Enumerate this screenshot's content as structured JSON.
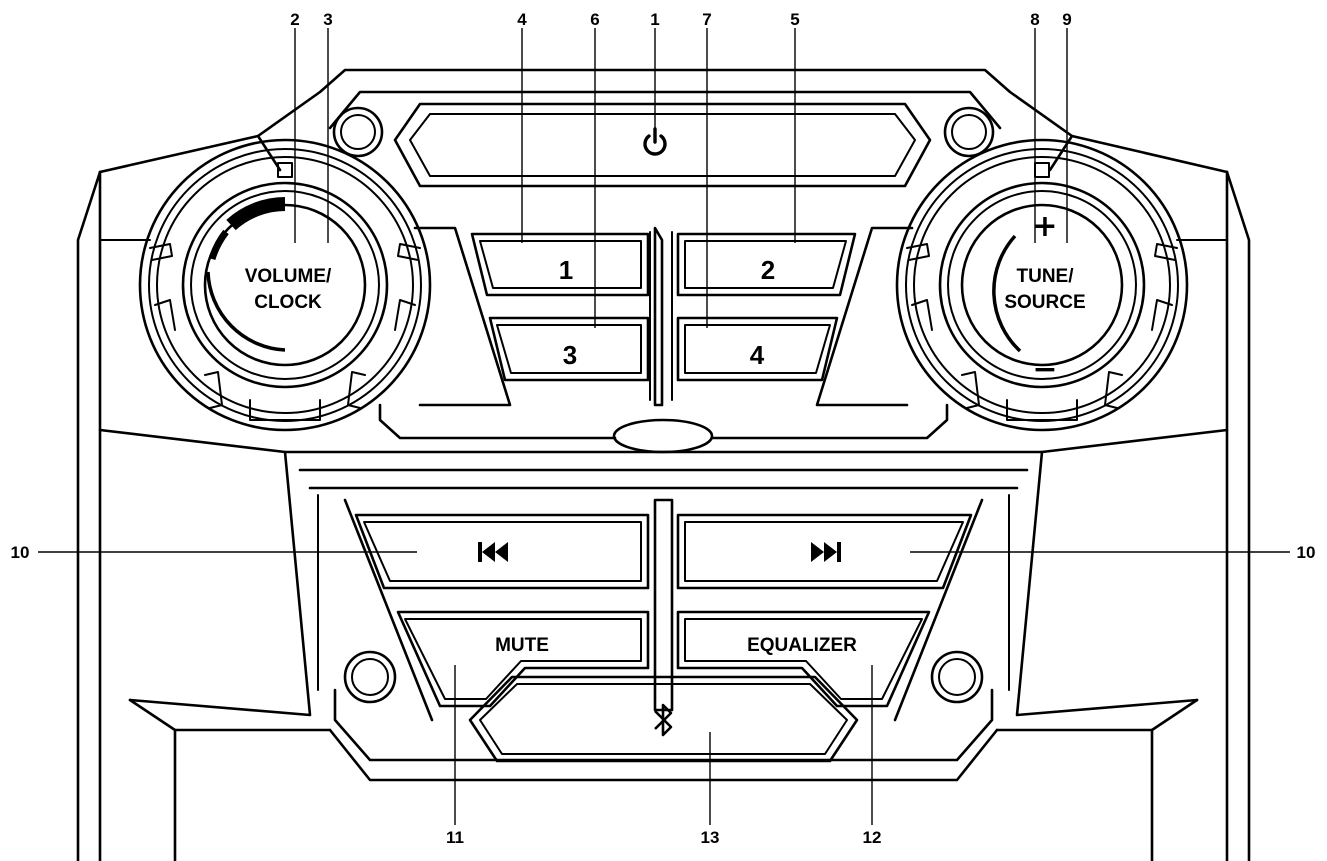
{
  "callouts": {
    "c1": "1",
    "c2": "2",
    "c3": "3",
    "c4": "4",
    "c5": "5",
    "c6": "6",
    "c7": "7",
    "c8": "8",
    "c9": "9",
    "c10_left": "10",
    "c10_right": "10",
    "c11": "11",
    "c12": "12",
    "c13": "13"
  },
  "knobs": {
    "left": {
      "line1": "VOLUME/",
      "line2": "CLOCK"
    },
    "right": {
      "line1": "TUNE/",
      "line2": "SOURCE",
      "plus": "+",
      "minus": "−"
    }
  },
  "presets": {
    "p1": "1",
    "p2": "2",
    "p3": "3",
    "p4": "4"
  },
  "transport": {
    "prev_icon": "skip-previous-icon",
    "next_icon": "skip-next-icon",
    "mute": "MUTE",
    "equalizer": "EQUALIZER"
  },
  "icons": {
    "power": "power-icon",
    "bluetooth": "bluetooth-icon"
  }
}
